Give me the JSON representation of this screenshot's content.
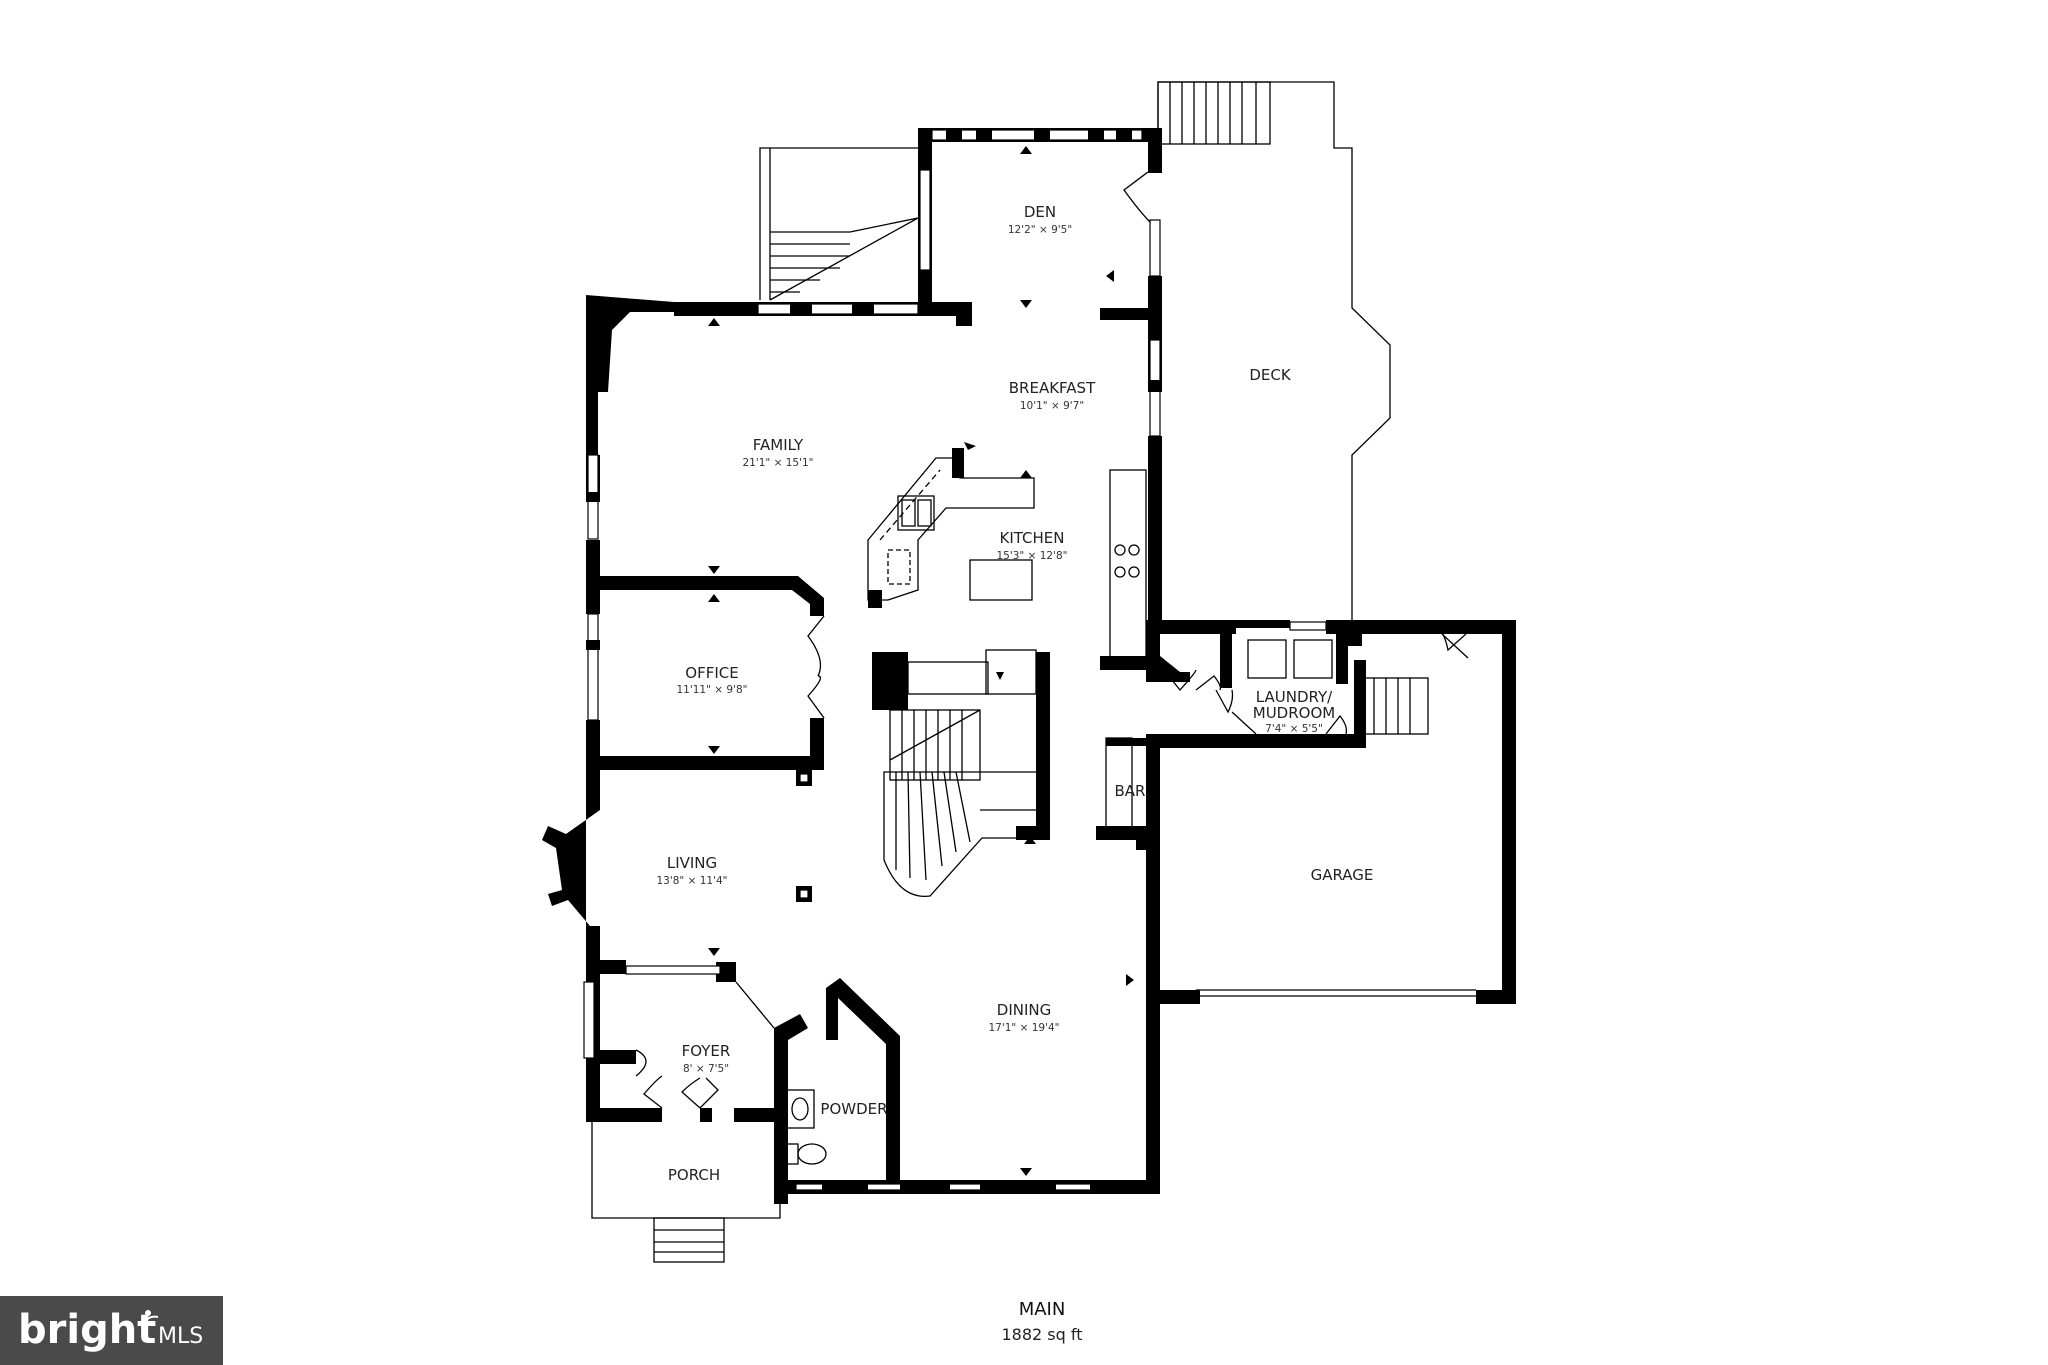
{
  "rooms": {
    "den": {
      "name": "DEN",
      "dims": "12'2\" × 9'5\""
    },
    "deck": {
      "name": "DECK"
    },
    "breakfast": {
      "name": "BREAKFAST",
      "dims": "10'1\" × 9'7\""
    },
    "family": {
      "name": "FAMILY",
      "dims": "21'1\" × 15'1\""
    },
    "kitchen": {
      "name": "KITCHEN",
      "dims": "15'3\" × 12'8\""
    },
    "office": {
      "name": "OFFICE",
      "dims": "11'11\" × 9'8\""
    },
    "laundry": {
      "name_line1": "LAUNDRY/",
      "name_line2": "MUDROOM",
      "dims": "7'4\" × 5'5\""
    },
    "bar": {
      "name": "BAR"
    },
    "living": {
      "name": "LIVING",
      "dims": "13'8\" × 11'4\""
    },
    "garage": {
      "name": "GARAGE"
    },
    "dining": {
      "name": "DINING",
      "dims": "17'1\" × 19'4\""
    },
    "foyer": {
      "name": "FOYER",
      "dims": "8' × 7'5\""
    },
    "powder": {
      "name": "POWDER"
    },
    "porch": {
      "name": "PORCH"
    }
  },
  "floor": {
    "name": "MAIN",
    "area": "1882 sq ft"
  },
  "logo": {
    "text": "bright MLS",
    "background": "#4a4a4a",
    "text_color": "#ffffff"
  },
  "colors": {
    "wall": "#000000",
    "background": "#ffffff"
  }
}
